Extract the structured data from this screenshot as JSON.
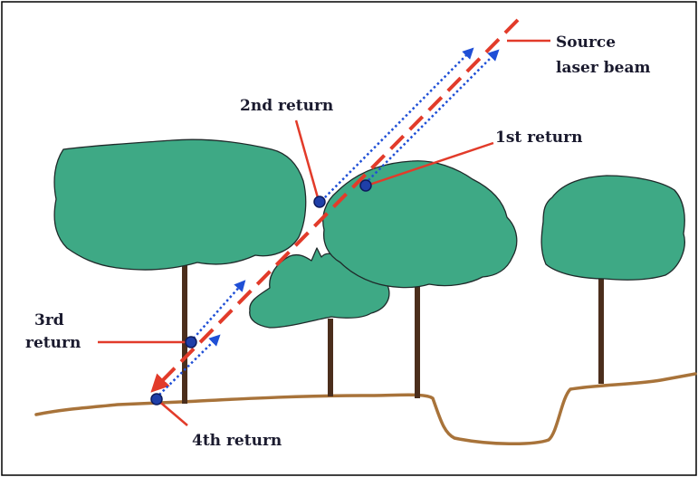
{
  "labels": {
    "source": [
      "Source",
      "laser beam"
    ],
    "first": "1st return",
    "second": "2nd return",
    "third": [
      "3rd",
      "return"
    ],
    "fourth": "4th return"
  },
  "colors": {
    "canopy": "#3ea985",
    "trunk": "#4b2e1c",
    "ground": "#a8733a",
    "laser": "#e23b2a",
    "returns": "#1f4fd6",
    "return_points": "#1f3fa8"
  },
  "icons": {
    "arrowhead_laser": "red-arrowhead",
    "arrowhead_return": "blue-arrowhead"
  }
}
